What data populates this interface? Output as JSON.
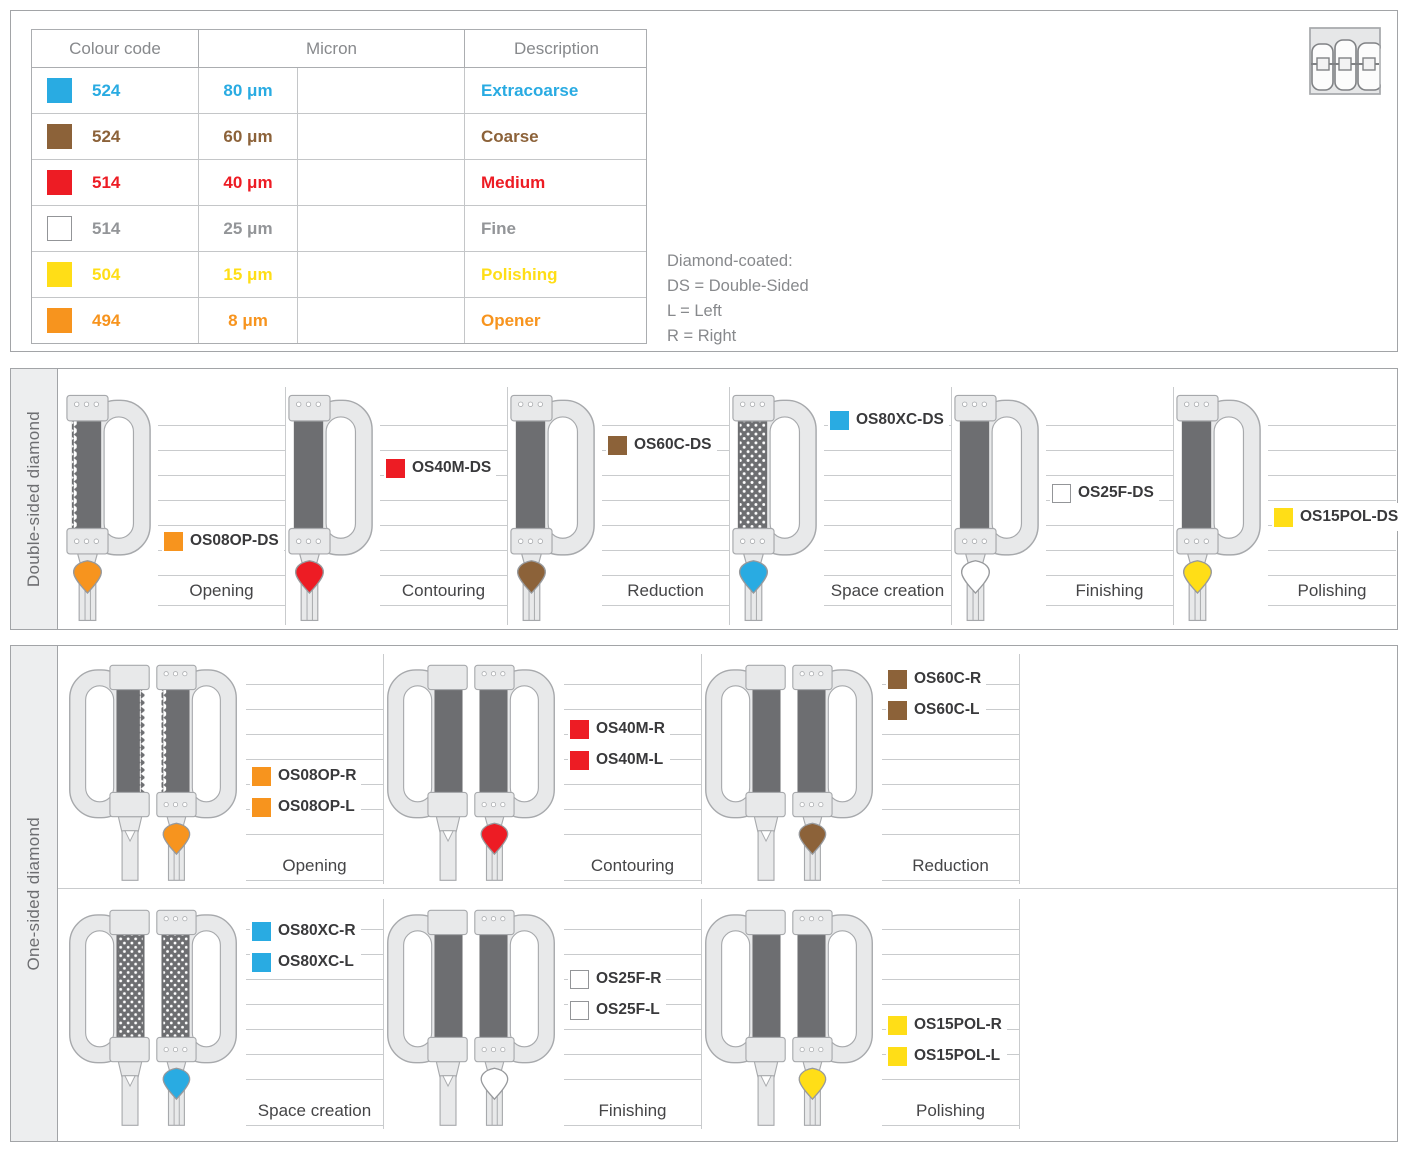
{
  "color_table": {
    "headers": [
      "Colour code",
      "Micron",
      "Description"
    ],
    "rows": [
      {
        "code": "524",
        "micron": "80 μm",
        "description": "Extracoarse",
        "color": "#29ABE2",
        "swatch_border": "#29ABE2",
        "text_color": "#29ABE2"
      },
      {
        "code": "524",
        "micron": "60 μm",
        "description": "Coarse",
        "color": "#8C6239",
        "swatch_border": "#8C6239",
        "text_color": "#8C6239"
      },
      {
        "code": "514",
        "micron": "40 μm",
        "description": "Medium",
        "color": "#ED1C24",
        "swatch_border": "#ED1C24",
        "text_color": "#ED1C24"
      },
      {
        "code": "514",
        "micron": "25 μm",
        "description": "Fine",
        "color": "#FFFFFF",
        "swatch_border": "#939598",
        "text_color": "#939598"
      },
      {
        "code": "504",
        "micron": "15 μm",
        "description": "Polishing",
        "color": "#FFDE17",
        "swatch_border": "#FFDE17",
        "text_color": "#FFDE17"
      },
      {
        "code": "494",
        "micron": "8 μm",
        "description": "Opener",
        "color": "#F7941E",
        "swatch_border": "#F7941E",
        "text_color": "#F7941E"
      }
    ]
  },
  "legend": {
    "title": "Diamond-coated:",
    "items": [
      "DS = Double-Sided",
      "L = Left",
      "R = Right"
    ]
  },
  "icon": {
    "name": "orthodontic-brackets-icon"
  },
  "sections": [
    {
      "label": "Double-sided diamond",
      "units": [
        {
          "code": "OS08OP-DS",
          "category": "Opening",
          "color": "#F7941E",
          "swatch_border": "#F7941E",
          "texture": "serrated"
        },
        {
          "code": "OS40M-DS",
          "category": "Contouring",
          "color": "#ED1C24",
          "swatch_border": "#ED1C24",
          "texture": "plain"
        },
        {
          "code": "OS60C-DS",
          "category": "Reduction",
          "color": "#8C6239",
          "swatch_border": "#8C6239",
          "texture": "plain"
        },
        {
          "code": "OS80XC-DS",
          "category": "Space creation",
          "color": "#29ABE2",
          "swatch_border": "#29ABE2",
          "texture": "perforated"
        },
        {
          "code": "OS25F-DS",
          "category": "Finishing",
          "color": "#FFFFFF",
          "swatch_border": "#939598",
          "texture": "plain"
        },
        {
          "code": "OS15POL-DS",
          "category": "Polishing",
          "color": "#FFDE17",
          "swatch_border": "#FFDE17",
          "texture": "plain"
        }
      ]
    },
    {
      "label": "One-sided diamond",
      "units": [
        {
          "codes": [
            "OS08OP-R",
            "OS08OP-L"
          ],
          "category": "Opening",
          "color": "#F7941E",
          "swatch_border": "#F7941E",
          "texture": "serrated"
        },
        {
          "codes": [
            "OS40M-R",
            "OS40M-L"
          ],
          "category": "Contouring",
          "color": "#ED1C24",
          "swatch_border": "#ED1C24",
          "texture": "plain"
        },
        {
          "codes": [
            "OS60C-R",
            "OS60C-L"
          ],
          "category": "Reduction",
          "color": "#8C6239",
          "swatch_border": "#8C6239",
          "texture": "plain"
        },
        {
          "codes": [
            "OS80XC-R",
            "OS80XC-L"
          ],
          "category": "Space creation",
          "color": "#29ABE2",
          "swatch_border": "#29ABE2",
          "texture": "perforated"
        },
        {
          "codes": [
            "OS25F-R",
            "OS25F-L"
          ],
          "category": "Finishing",
          "color": "#FFFFFF",
          "swatch_border": "#939598",
          "texture": "plain"
        },
        {
          "codes": [
            "OS15POL-R",
            "OS15POL-L"
          ],
          "category": "Polishing",
          "color": "#FFDE17",
          "swatch_border": "#FFDE17",
          "texture": "plain"
        }
      ]
    }
  ]
}
